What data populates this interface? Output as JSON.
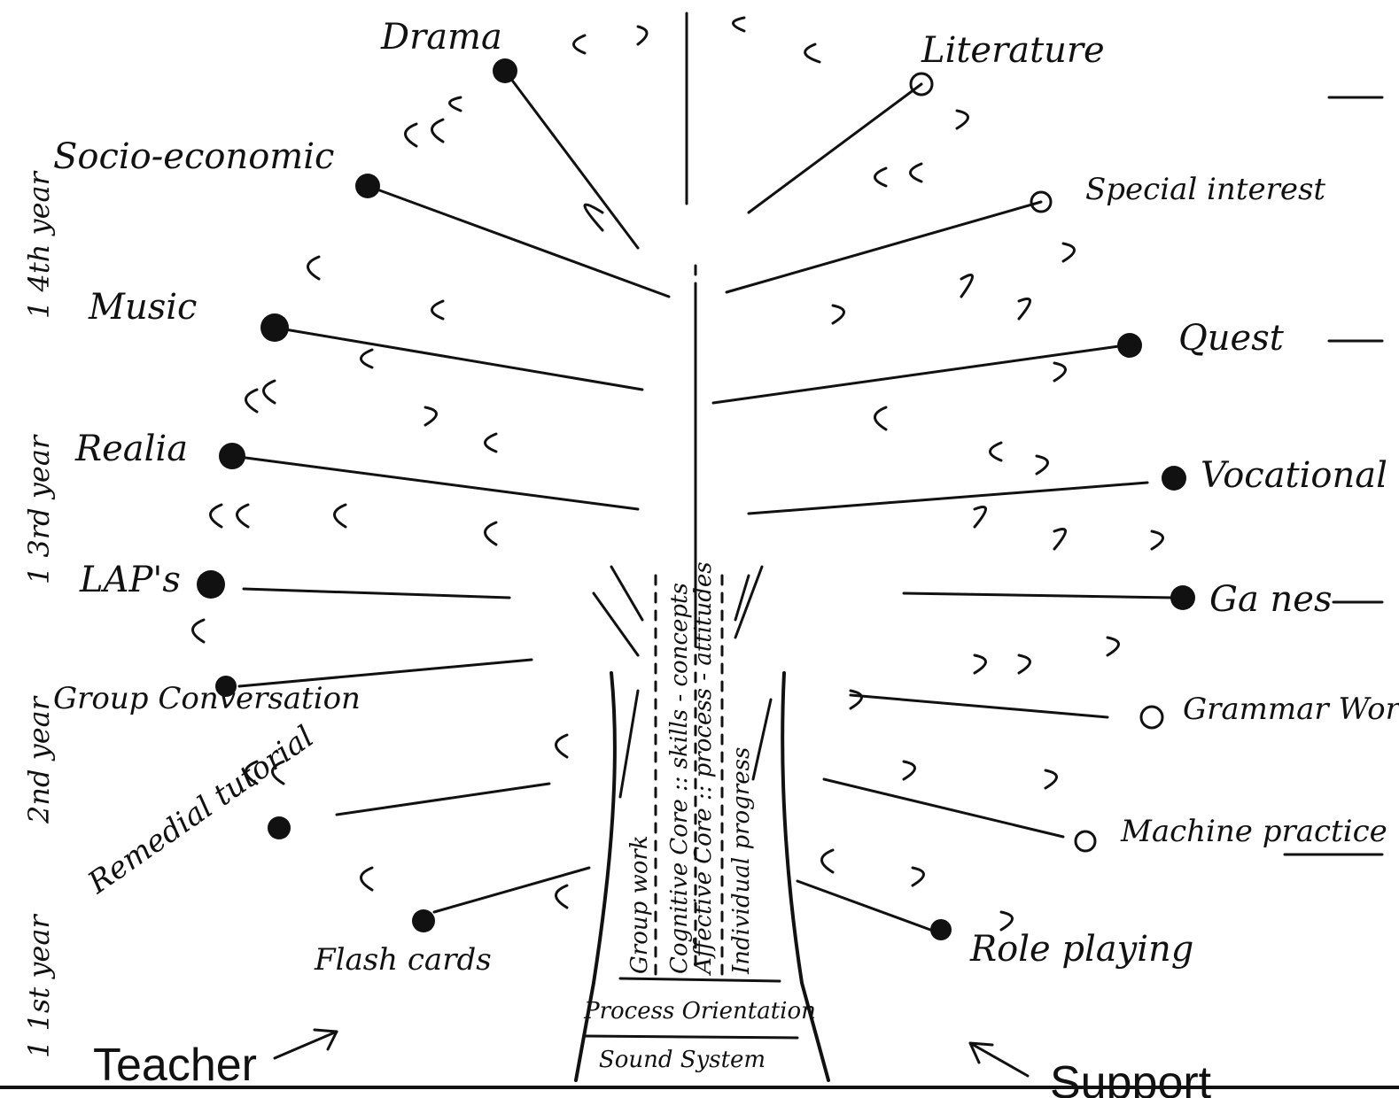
{
  "diagram": {
    "branches_left": [
      {
        "label": "Drama"
      },
      {
        "label": "Socio-economic"
      },
      {
        "label": "Music"
      },
      {
        "label": "Realia"
      },
      {
        "label": "LAP's"
      },
      {
        "label": "Group Conversation"
      },
      {
        "label": "Remedial tutorial"
      },
      {
        "label": "Flash cards"
      }
    ],
    "branches_right": [
      {
        "label": "Literature"
      },
      {
        "label": "Special interest"
      },
      {
        "label": "Quest"
      },
      {
        "label": "Vocational"
      },
      {
        "label": "Ga nes"
      },
      {
        "label": "Grammar Worksheets"
      },
      {
        "label": "Machine practice"
      },
      {
        "label": "Role playing"
      }
    ],
    "trunk_columns": [
      {
        "label": "Group work"
      },
      {
        "label": "Cognitive Core :: skills - concepts"
      },
      {
        "label": "Affective Core :: process - attitudes"
      },
      {
        "label": "Individual progress"
      }
    ],
    "trunk_base": {
      "process": "Process Orientation",
      "sound": "Sound System"
    },
    "years": [
      {
        "label": "1 4th year"
      },
      {
        "label": "1 3rd year"
      },
      {
        "label": "2nd year"
      },
      {
        "label": "1 1st year"
      }
    ],
    "footer": {
      "teacher": "Teacher",
      "support": "Support"
    }
  }
}
